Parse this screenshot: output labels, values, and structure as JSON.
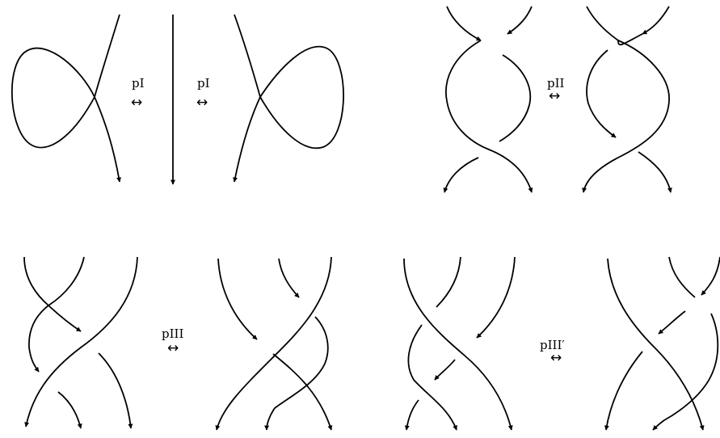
{
  "moves": [
    {
      "label": "pI",
      "arrow": "↔"
    },
    {
      "label": "pI",
      "arrow": "↔"
    },
    {
      "label": "pII",
      "arrow": "↔"
    },
    {
      "label": "pIII",
      "arrow": "↔"
    },
    {
      "label": "pIII′",
      "arrow": "↔"
    }
  ],
  "colors": {
    "ink": "#000000",
    "background": "#ffffff"
  }
}
